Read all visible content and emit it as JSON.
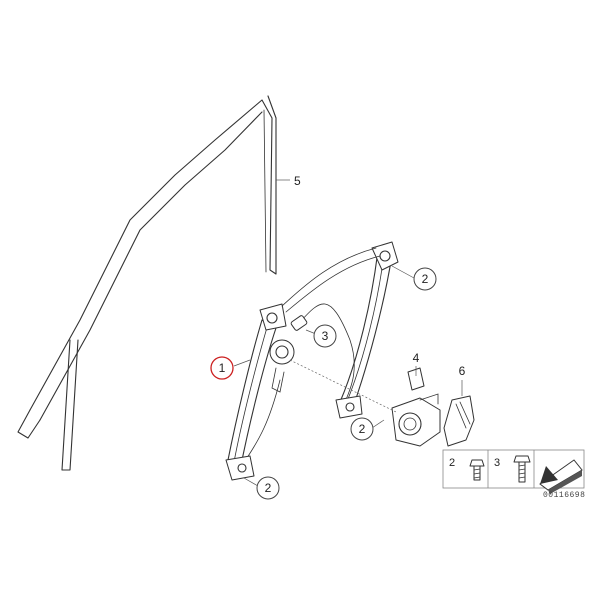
{
  "callouts": {
    "c1": "1",
    "c2a": "2",
    "c2b": "2",
    "c2c": "2",
    "c3": "3",
    "c4": "4",
    "c5": "5",
    "c6": "6"
  },
  "legend": {
    "item_a": "2",
    "item_b": "3"
  },
  "reference_number": "00116698",
  "colors": {
    "line": "#333333",
    "highlight": "#cc2020",
    "background": "#ffffff"
  }
}
